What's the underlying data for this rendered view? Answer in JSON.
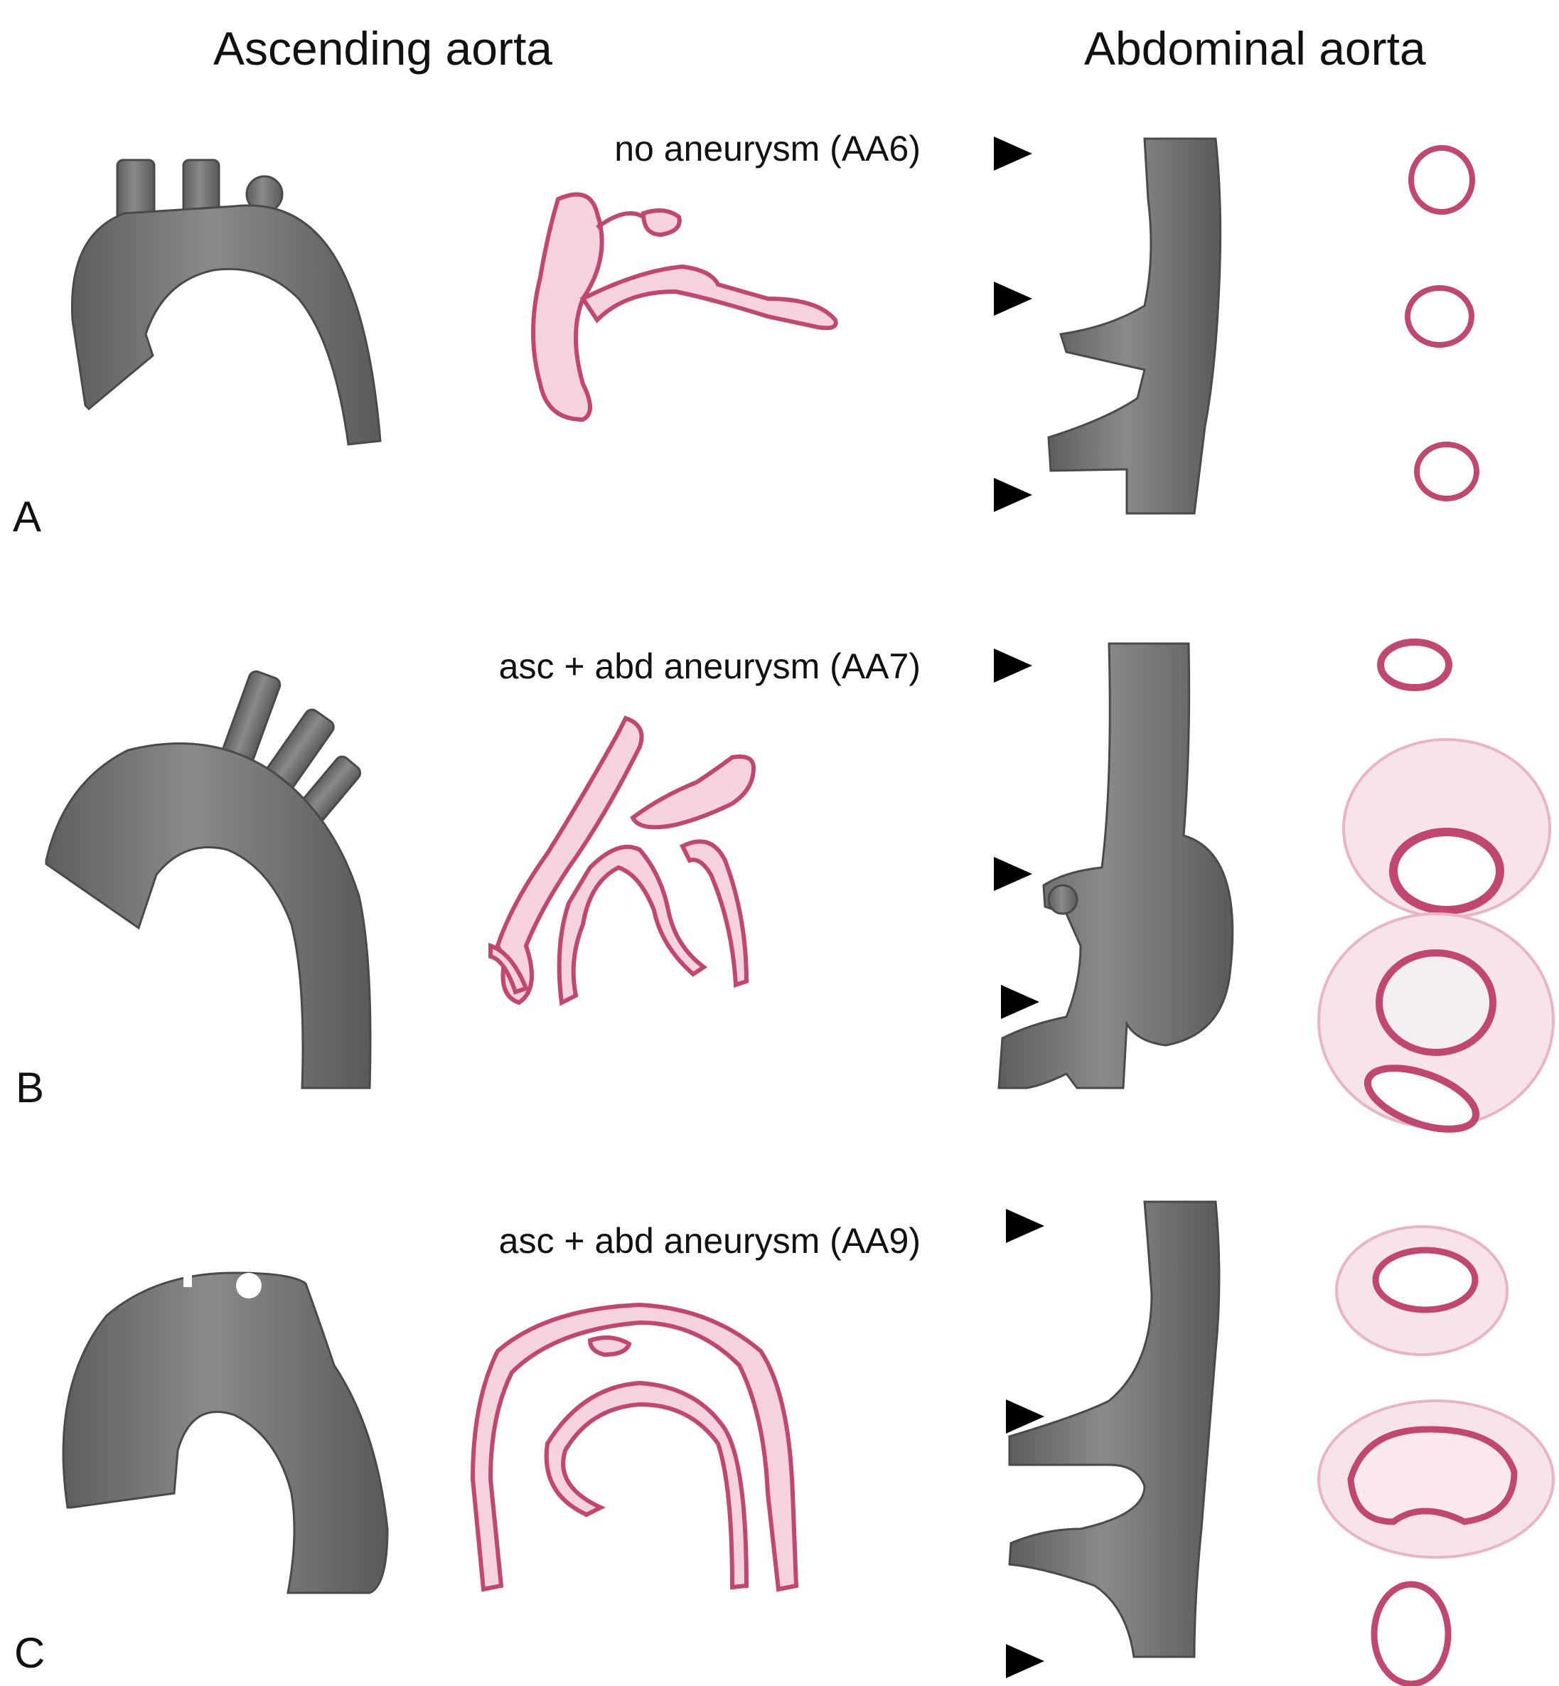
{
  "headers": {
    "ascending": "Ascending aorta",
    "abdominal": "Abdominal aorta"
  },
  "panels": [
    {
      "letter": "A",
      "caption": "no aneurysm (AA6)"
    },
    {
      "letter": "B",
      "caption": "asc + abd aneurysm (AA7)"
    },
    {
      "letter": "C",
      "caption": "asc + abd aneurysm (AA9)"
    }
  ],
  "colors": {
    "vessel_fill": "#727272",
    "vessel_stroke": "#4a4a4a",
    "tissue_stroke": "#c2476f",
    "tissue_fill": "#f3c4d2",
    "marker": "#000000"
  }
}
